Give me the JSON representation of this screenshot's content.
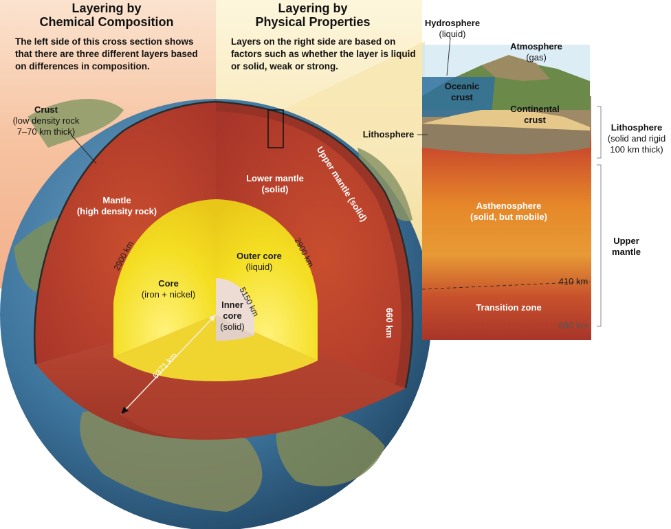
{
  "left_panel": {
    "heading": [
      "Layering by",
      "Chemical Composition"
    ],
    "description": "The left side of this cross section shows that there are three different layers based on differences in composition."
  },
  "right_panel": {
    "heading": [
      "Layering by",
      "Physical Properties"
    ],
    "description": "Layers on the right side are based on factors such as whether the layer is liquid or solid, weak or strong."
  },
  "globe_labels": {
    "crust_title": "Crust",
    "crust_detail": [
      "(low density rock",
      "7–70 km thick)"
    ],
    "mantle_title": "Mantle",
    "mantle_detail": "(high density rock)",
    "core_title": "Core",
    "core_detail": "(iron + nickel)",
    "lower_mantle_title": "Lower mantle",
    "lower_mantle_detail": "(solid)",
    "upper_mantle": "Upper mantle (solid)",
    "outer_core_title": "Outer core",
    "outer_core_detail": "(liquid)",
    "inner_core_title": [
      "Inner",
      "core"
    ],
    "inner_core_detail": "(solid)",
    "dist_2900_left": "2900 km",
    "dist_2900_right": "2900 km",
    "dist_5150": "5150 km",
    "dist_660": "660 km",
    "radius": "6371 km"
  },
  "block_labels": {
    "hydrosphere_title": "Hydrosphere",
    "hydrosphere_detail": "(liquid)",
    "atmosphere_title": "Atmosphere",
    "atmosphere_detail": "(gas)",
    "oceanic_crust": [
      "Oceanic",
      "crust"
    ],
    "continental_crust": [
      "Continental",
      "crust"
    ],
    "lithosphere_left": "Lithosphere",
    "lithosphere_title": "Lithosphere",
    "lithosphere_detail": [
      "(solid and rigid",
      "100 km thick)"
    ],
    "asthenosphere_title": "Asthenosphere",
    "asthenosphere_detail": "(solid, but mobile)",
    "upper_mantle": [
      "Upper",
      "mantle"
    ],
    "depth_410": "410 km",
    "transition_zone": "Transition zone",
    "depth_660": "660 km"
  },
  "colors": {
    "left_band": "#f6c7a6",
    "right_band": "#f6e2a4",
    "mantle": "#b8402a",
    "outer_core": "#f2dc1c",
    "inner_core": "#ecdcd4",
    "ocean": "#3f7fa8"
  }
}
